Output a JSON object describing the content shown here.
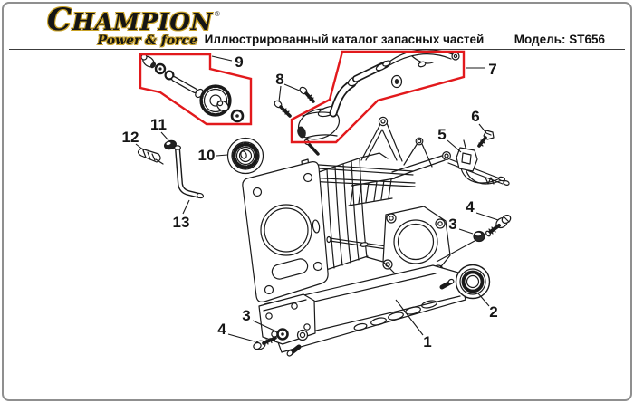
{
  "header": {
    "brand": "CHAMPION",
    "brand_registered": "®",
    "brand_tagline": "Power & force",
    "brand_color": "#151515",
    "brand_outline_color": "#c9a227",
    "title": "Иллюстрированный каталог запасных частей",
    "model": "Модель: ST656"
  },
  "diagram": {
    "highlight_color": "#e2191c",
    "line_color": "#1a1a1a",
    "highlighted_parts": [
      "7",
      "9"
    ],
    "callouts": {
      "1": "1",
      "2": "2",
      "3": "3",
      "4": "4",
      "5": "5",
      "6": "6",
      "7": "7",
      "8": "8",
      "9": "9",
      "10": "10",
      "11": "11",
      "12": "12",
      "13": "13"
    }
  }
}
